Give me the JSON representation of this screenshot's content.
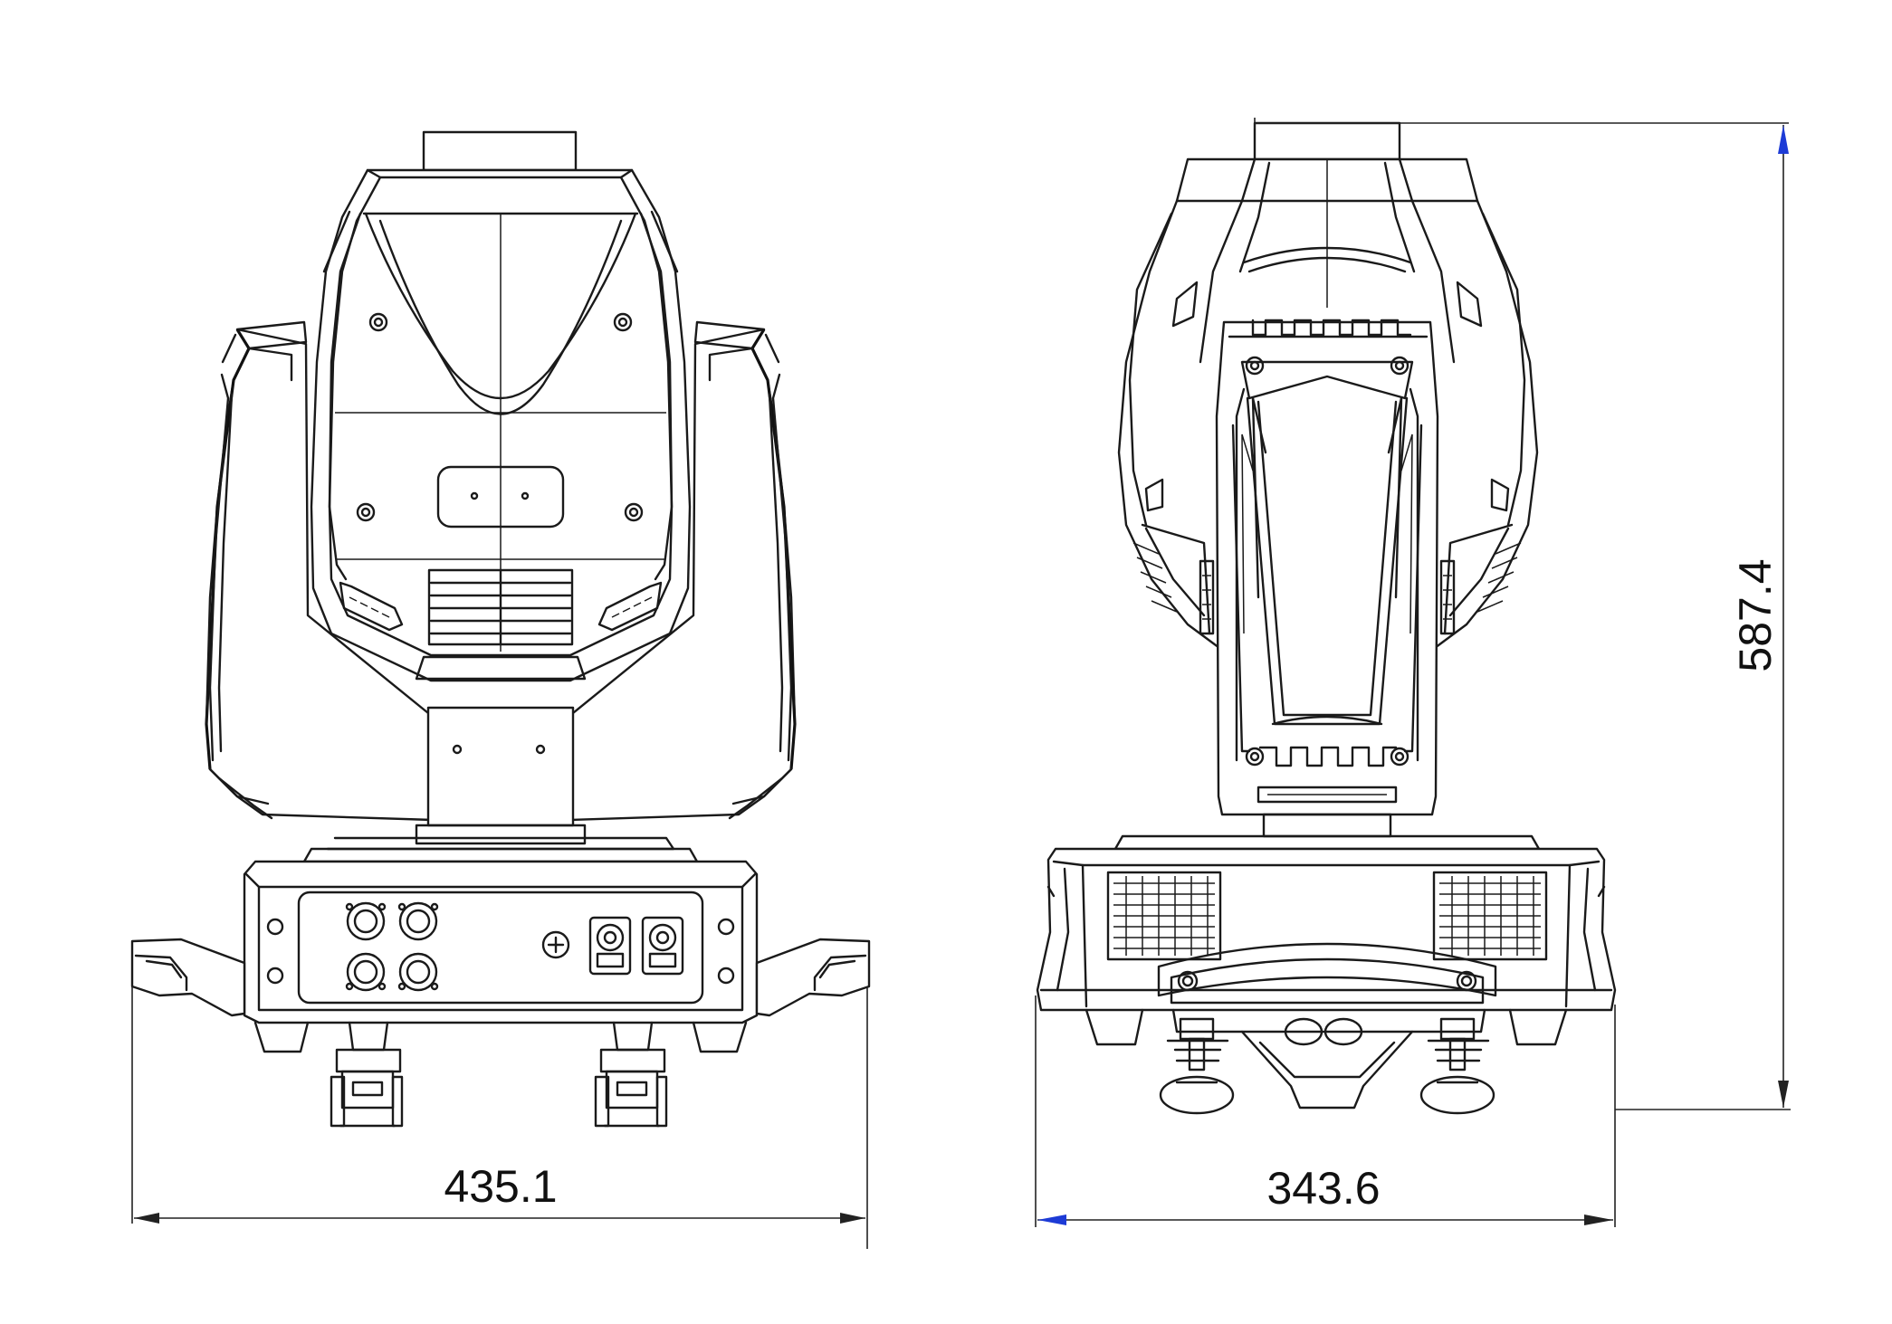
{
  "dimensions": {
    "width_front": "435.1",
    "width_side": "343.6",
    "height_side": "587.4"
  },
  "colors": {
    "line": "#1a1a1a",
    "arrow_accent": "#1d3bd6",
    "background": "#ffffff"
  }
}
